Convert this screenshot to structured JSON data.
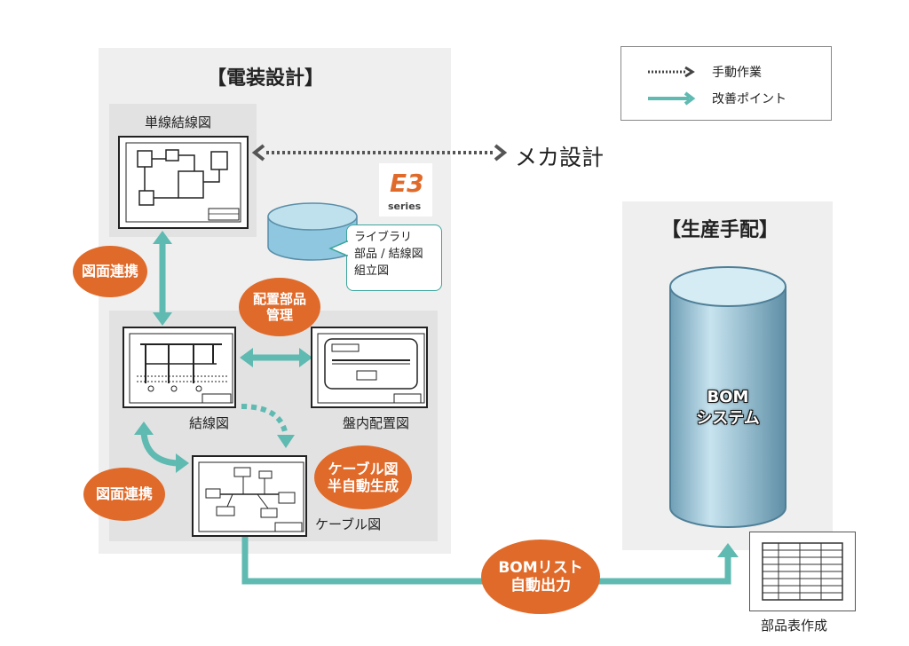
{
  "legend": {
    "manual_label": "手動作業",
    "improvement_label": "改善ポイント"
  },
  "electrical": {
    "title": "【電装設計】",
    "single_line_label": "単線結線図",
    "wiring_label": "結線図",
    "panel_layout_label": "盤内配置図",
    "cable_label": "ケーブル図"
  },
  "mechanical_label": "メカ設計",
  "logo": {
    "mark": "E3",
    "sub": "series"
  },
  "library": {
    "lines": [
      "ライブラリ",
      "部品 / 結線図",
      "組立図"
    ]
  },
  "badges": {
    "diagram_link_1": "図面連携",
    "placement_parts": [
      "配置部品",
      "管理"
    ],
    "diagram_link_2": "図面連携",
    "cable_auto": [
      "ケーブル図",
      "半自動生成"
    ],
    "bom_output": [
      "BOMリスト",
      "自動出力"
    ]
  },
  "production": {
    "title": "【生産手配】",
    "bom_lines": [
      "BOM",
      "システム"
    ],
    "parts_table_label": "部品表作成"
  },
  "colors": {
    "teal": "#5fbab2",
    "orange": "#e06a2a",
    "panel": "#efefef",
    "subpanel": "#e2e2e2"
  }
}
